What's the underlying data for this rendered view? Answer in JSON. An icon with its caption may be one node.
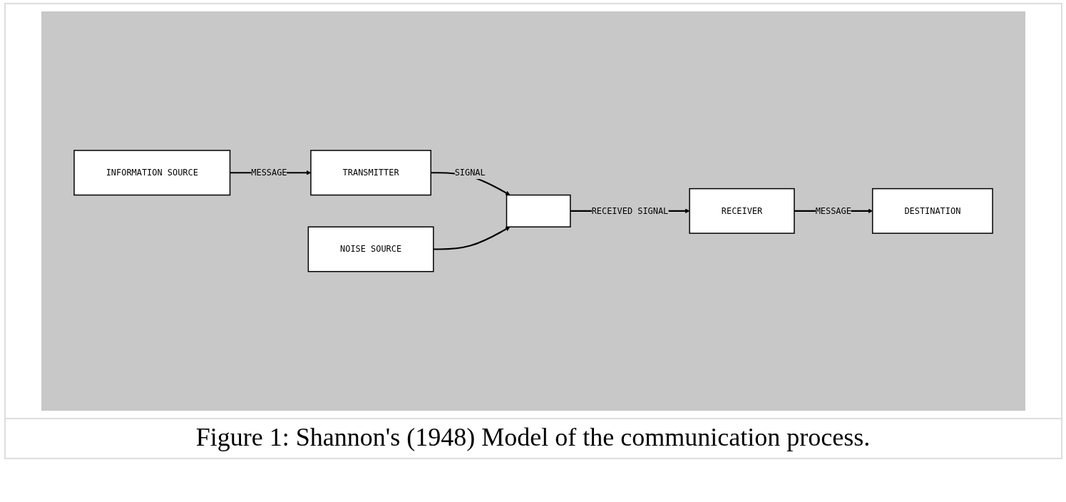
{
  "diagram": {
    "caption": "Figure 1: Shannon's (1948) Model of the communication process.",
    "nodes": [
      {
        "text": [
          "INFORMATION SOURCE"
        ]
      },
      {
        "text": [
          "TRANSMITTER"
        ]
      },
      {
        "text": [],
        "shape": "box"
      },
      {
        "text": [
          "RECEIVER"
        ]
      },
      {
        "text": [
          "DESTINATION"
        ]
      },
      {
        "text": [
          "NOISE SOURCE"
        ]
      }
    ],
    "edges": [
      {
        "from": 0,
        "to": 1,
        "arrow": "to",
        "label": "MESSAGE"
      },
      {
        "from": 1,
        "to": 2,
        "arrow": "to",
        "label": "SIGNAL"
      },
      {
        "from": 2,
        "to": 3,
        "arrow": "to",
        "label": "RECEIVED SIGNAL"
      },
      {
        "from": 3,
        "to": 4,
        "arrow": "to",
        "label": "MESSAGE"
      },
      {
        "from": 5,
        "to": 2,
        "arrow": "to"
      }
    ]
  }
}
